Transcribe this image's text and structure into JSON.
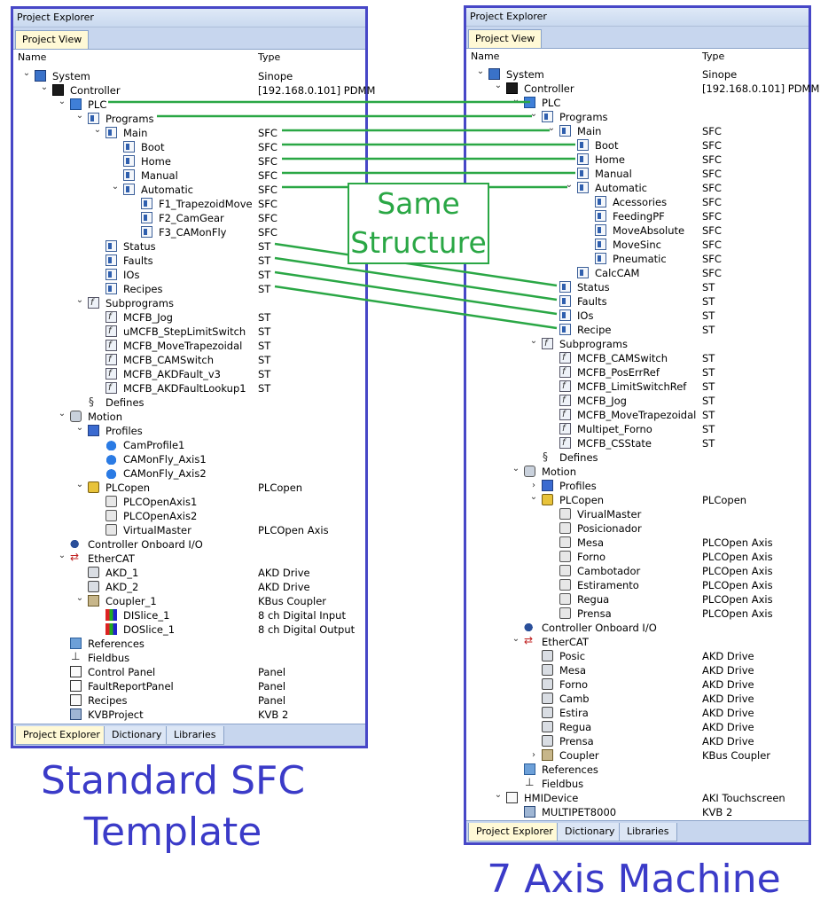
{
  "left_panel": {
    "title": "Project Explorer",
    "top_tab": "Project View",
    "col_name": "Name",
    "col_type": "Type",
    "bottom_tabs": [
      "Project Explorer",
      "Dictionary",
      "Libraries"
    ],
    "rows": [
      {
        "d": 0,
        "e": "v",
        "i": "sys",
        "n": "System",
        "t": "Sinope"
      },
      {
        "d": 1,
        "e": "v",
        "i": "ctrl",
        "n": "Controller",
        "t": "[192.168.0.101] PDMM"
      },
      {
        "d": 2,
        "e": "v",
        "i": "plc",
        "n": "PLC",
        "t": ""
      },
      {
        "d": 3,
        "e": "v",
        "i": "doc",
        "n": "Programs",
        "t": ""
      },
      {
        "d": 4,
        "e": "v",
        "i": "doc",
        "n": "Main",
        "t": "SFC"
      },
      {
        "d": 5,
        "e": "",
        "i": "doc",
        "n": "Boot",
        "t": "SFC"
      },
      {
        "d": 5,
        "e": "",
        "i": "doc",
        "n": "Home",
        "t": "SFC"
      },
      {
        "d": 5,
        "e": "",
        "i": "doc",
        "n": "Manual",
        "t": "SFC"
      },
      {
        "d": 5,
        "e": "v",
        "i": "doc",
        "n": "Automatic",
        "t": "SFC"
      },
      {
        "d": 6,
        "e": "",
        "i": "doc",
        "n": "F1_TrapezoidMove",
        "t": "SFC"
      },
      {
        "d": 6,
        "e": "",
        "i": "doc",
        "n": "F2_CamGear",
        "t": "SFC"
      },
      {
        "d": 6,
        "e": "",
        "i": "doc",
        "n": "F3_CAMonFly",
        "t": "SFC"
      },
      {
        "d": 4,
        "e": "",
        "i": "doc",
        "n": "Status",
        "t": "ST"
      },
      {
        "d": 4,
        "e": "",
        "i": "doc",
        "n": "Faults",
        "t": "ST"
      },
      {
        "d": 4,
        "e": "",
        "i": "doc",
        "n": "IOs",
        "t": "ST"
      },
      {
        "d": 4,
        "e": "",
        "i": "doc",
        "n": "Recipes",
        "t": "ST"
      },
      {
        "d": 3,
        "e": "v",
        "i": "fn",
        "n": "Subprograms",
        "t": ""
      },
      {
        "d": 4,
        "e": "",
        "i": "fn",
        "n": "MCFB_Jog",
        "t": "ST"
      },
      {
        "d": 4,
        "e": "",
        "i": "fn",
        "n": "uMCFB_StepLimitSwitch",
        "t": "ST"
      },
      {
        "d": 4,
        "e": "",
        "i": "fn",
        "n": "MCFB_MoveTrapezoidal",
        "t": "ST"
      },
      {
        "d": 4,
        "e": "",
        "i": "fn",
        "n": "MCFB_CAMSwitch",
        "t": "ST"
      },
      {
        "d": 4,
        "e": "",
        "i": "fn",
        "n": "MCFB_AKDFault_v3",
        "t": "ST"
      },
      {
        "d": 4,
        "e": "",
        "i": "fn",
        "n": "MCFB_AKDFaultLookup1",
        "t": "ST"
      },
      {
        "d": 3,
        "e": "",
        "i": "def",
        "n": "Defines",
        "t": ""
      },
      {
        "d": 2,
        "e": "v",
        "i": "mot",
        "n": "Motion",
        "t": ""
      },
      {
        "d": 3,
        "e": "v",
        "i": "prof",
        "n": "Profiles",
        "t": ""
      },
      {
        "d": 4,
        "e": "",
        "i": "cam",
        "n": "CamProfile1",
        "t": ""
      },
      {
        "d": 4,
        "e": "",
        "i": "cam",
        "n": "CAMonFly_Axis1",
        "t": ""
      },
      {
        "d": 4,
        "e": "",
        "i": "cam",
        "n": "CAMonFly_Axis2",
        "t": ""
      },
      {
        "d": 3,
        "e": "v",
        "i": "pcopen",
        "n": "PLCopen",
        "t": "PLCopen"
      },
      {
        "d": 4,
        "e": "",
        "i": "axis",
        "n": "PLCOpenAxis1",
        "t": ""
      },
      {
        "d": 4,
        "e": "",
        "i": "axis",
        "n": "PLCOpenAxis2",
        "t": ""
      },
      {
        "d": 4,
        "e": "",
        "i": "axis",
        "n": "VirtualMaster",
        "t": "PLCOpen Axis"
      },
      {
        "d": 2,
        "e": "",
        "i": "ioc",
        "n": "Controller Onboard I/O",
        "t": ""
      },
      {
        "d": 2,
        "e": "v",
        "i": "eth",
        "n": "EtherCAT",
        "t": ""
      },
      {
        "d": 3,
        "e": "",
        "i": "drv",
        "n": "AKD_1",
        "t": "AKD Drive"
      },
      {
        "d": 3,
        "e": "",
        "i": "drv",
        "n": "AKD_2",
        "t": "AKD Drive"
      },
      {
        "d": 3,
        "e": "v",
        "i": "cpl",
        "n": "Coupler_1",
        "t": "KBus Coupler"
      },
      {
        "d": 4,
        "e": "",
        "i": "slice",
        "n": "DISlice_1",
        "t": "8 ch Digital Input"
      },
      {
        "d": 4,
        "e": "",
        "i": "slice",
        "n": "DOSlice_1",
        "t": "8 ch Digital Output"
      },
      {
        "d": 2,
        "e": "",
        "i": "ref",
        "n": "References",
        "t": ""
      },
      {
        "d": 2,
        "e": "",
        "i": "fb",
        "n": "Fieldbus",
        "t": ""
      },
      {
        "d": 2,
        "e": "",
        "i": "hmi",
        "n": "Control Panel",
        "t": "Panel"
      },
      {
        "d": 2,
        "e": "",
        "i": "hmi",
        "n": "FaultReportPanel",
        "t": "Panel"
      },
      {
        "d": 2,
        "e": "",
        "i": "hmi",
        "n": "Recipes",
        "t": "Panel"
      },
      {
        "d": 2,
        "e": "",
        "i": "kvb",
        "n": "KVBProject",
        "t": "KVB 2"
      }
    ]
  },
  "right_panel": {
    "title": "Project Explorer",
    "top_tab": "Project View",
    "col_name": "Name",
    "col_type": "Type",
    "bottom_tabs": [
      "Project Explorer",
      "Dictionary",
      "Libraries"
    ],
    "rows": [
      {
        "d": 0,
        "e": "v",
        "i": "sys",
        "n": "System",
        "t": "Sinope"
      },
      {
        "d": 1,
        "e": "v",
        "i": "ctrl",
        "n": "Controller",
        "t": "[192.168.0.101] PDMM"
      },
      {
        "d": 2,
        "e": "v",
        "i": "plc",
        "n": "PLC",
        "t": ""
      },
      {
        "d": 3,
        "e": "v",
        "i": "doc",
        "n": "Programs",
        "t": ""
      },
      {
        "d": 4,
        "e": "v",
        "i": "doc",
        "n": "Main",
        "t": "SFC"
      },
      {
        "d": 5,
        "e": "",
        "i": "doc",
        "n": "Boot",
        "t": "SFC"
      },
      {
        "d": 5,
        "e": "",
        "i": "doc",
        "n": "Home",
        "t": "SFC"
      },
      {
        "d": 5,
        "e": "",
        "i": "doc",
        "n": "Manual",
        "t": "SFC"
      },
      {
        "d": 5,
        "e": "v",
        "i": "doc",
        "n": "Automatic",
        "t": "SFC"
      },
      {
        "d": 6,
        "e": "",
        "i": "doc",
        "n": "Acessories",
        "t": "SFC"
      },
      {
        "d": 6,
        "e": "",
        "i": "doc",
        "n": "FeedingPF",
        "t": "SFC"
      },
      {
        "d": 6,
        "e": "",
        "i": "doc",
        "n": "MoveAbsolute",
        "t": "SFC"
      },
      {
        "d": 6,
        "e": "",
        "i": "doc",
        "n": "MoveSinc",
        "t": "SFC"
      },
      {
        "d": 6,
        "e": "",
        "i": "doc",
        "n": "Pneumatic",
        "t": "SFC"
      },
      {
        "d": 5,
        "e": "",
        "i": "doc",
        "n": "CalcCAM",
        "t": "SFC"
      },
      {
        "d": 4,
        "e": "",
        "i": "doc",
        "n": "Status",
        "t": "ST"
      },
      {
        "d": 4,
        "e": "",
        "i": "doc",
        "n": "Faults",
        "t": "ST"
      },
      {
        "d": 4,
        "e": "",
        "i": "doc",
        "n": "IOs",
        "t": "ST"
      },
      {
        "d": 4,
        "e": "",
        "i": "doc",
        "n": "Recipe",
        "t": "ST"
      },
      {
        "d": 3,
        "e": "v",
        "i": "fn",
        "n": "Subprograms",
        "t": ""
      },
      {
        "d": 4,
        "e": "",
        "i": "fn",
        "n": "MCFB_CAMSwitch",
        "t": "ST"
      },
      {
        "d": 4,
        "e": "",
        "i": "fn",
        "n": "MCFB_PosErrRef",
        "t": "ST"
      },
      {
        "d": 4,
        "e": "",
        "i": "fn",
        "n": "MCFB_LimitSwitchRef",
        "t": "ST"
      },
      {
        "d": 4,
        "e": "",
        "i": "fn",
        "n": "MCFB_Jog",
        "t": "ST"
      },
      {
        "d": 4,
        "e": "",
        "i": "fn",
        "n": "MCFB_MoveTrapezoidal",
        "t": "ST"
      },
      {
        "d": 4,
        "e": "",
        "i": "fn",
        "n": "Multipet_Forno",
        "t": "ST"
      },
      {
        "d": 4,
        "e": "",
        "i": "fn",
        "n": "MCFB_CSState",
        "t": "ST"
      },
      {
        "d": 3,
        "e": "",
        "i": "def",
        "n": "Defines",
        "t": ""
      },
      {
        "d": 2,
        "e": "v",
        "i": "mot",
        "n": "Motion",
        "t": ""
      },
      {
        "d": 3,
        "e": ">",
        "i": "prof",
        "n": "Profiles",
        "t": ""
      },
      {
        "d": 3,
        "e": "v",
        "i": "pcopen",
        "n": "PLCopen",
        "t": "PLCopen"
      },
      {
        "d": 4,
        "e": "",
        "i": "axis",
        "n": "VirualMaster",
        "t": ""
      },
      {
        "d": 4,
        "e": "",
        "i": "axis",
        "n": "Posicionador",
        "t": ""
      },
      {
        "d": 4,
        "e": "",
        "i": "axis",
        "n": "Mesa",
        "t": "PLCOpen Axis"
      },
      {
        "d": 4,
        "e": "",
        "i": "axis",
        "n": "Forno",
        "t": "PLCOpen Axis"
      },
      {
        "d": 4,
        "e": "",
        "i": "axis",
        "n": "Cambotador",
        "t": "PLCOpen Axis"
      },
      {
        "d": 4,
        "e": "",
        "i": "axis",
        "n": "Estiramento",
        "t": "PLCOpen Axis"
      },
      {
        "d": 4,
        "e": "",
        "i": "axis",
        "n": "Regua",
        "t": "PLCOpen Axis"
      },
      {
        "d": 4,
        "e": "",
        "i": "axis",
        "n": "Prensa",
        "t": "PLCOpen Axis"
      },
      {
        "d": 2,
        "e": "",
        "i": "ioc",
        "n": "Controller Onboard I/O",
        "t": ""
      },
      {
        "d": 2,
        "e": "v",
        "i": "eth",
        "n": "EtherCAT",
        "t": ""
      },
      {
        "d": 3,
        "e": "",
        "i": "drv",
        "n": "Posic",
        "t": "AKD Drive"
      },
      {
        "d": 3,
        "e": "",
        "i": "drv",
        "n": "Mesa",
        "t": "AKD Drive"
      },
      {
        "d": 3,
        "e": "",
        "i": "drv",
        "n": "Forno",
        "t": "AKD Drive"
      },
      {
        "d": 3,
        "e": "",
        "i": "drv",
        "n": "Camb",
        "t": "AKD Drive"
      },
      {
        "d": 3,
        "e": "",
        "i": "drv",
        "n": "Estira",
        "t": "AKD Drive"
      },
      {
        "d": 3,
        "e": "",
        "i": "drv",
        "n": "Regua",
        "t": "AKD Drive"
      },
      {
        "d": 3,
        "e": "",
        "i": "drv",
        "n": "Prensa",
        "t": "AKD Drive"
      },
      {
        "d": 3,
        "e": ">",
        "i": "cpl",
        "n": "Coupler",
        "t": "KBus Coupler"
      },
      {
        "d": 2,
        "e": "",
        "i": "ref",
        "n": "References",
        "t": ""
      },
      {
        "d": 2,
        "e": "",
        "i": "fb",
        "n": "Fieldbus",
        "t": ""
      },
      {
        "d": 1,
        "e": "v",
        "i": "hmi",
        "n": "HMIDevice",
        "t": "AKI Touchscreen"
      },
      {
        "d": 2,
        "e": "",
        "i": "kvb",
        "n": "MULTIPET8000",
        "t": "KVB 2"
      }
    ]
  },
  "captions": {
    "left_line1": "Standard SFC",
    "left_line2": "Template",
    "right": "7 Axis Machine",
    "callout_line1": "Same",
    "callout_line2": "Structure"
  },
  "colors": {
    "panel_border": "#4747c7",
    "caption": "#3b3bc8",
    "connector": "#2aa745"
  }
}
